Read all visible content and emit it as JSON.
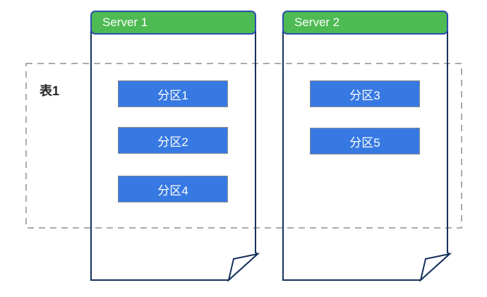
{
  "diagram": {
    "table_label": "表1",
    "servers": [
      {
        "name": "Server 1",
        "partitions": [
          "分区1",
          "分区2",
          "分区4"
        ]
      },
      {
        "name": "Server 2",
        "partitions": [
          "分区3",
          "分区5"
        ]
      }
    ]
  },
  "colors": {
    "header-fill": "#4dba53",
    "header-border": "#2a4daf",
    "page-border": "#16305c",
    "partition-fill": "#3779e2",
    "partition-border": "#8c8c8c",
    "table-border": "#ababab",
    "table-label-text": "#262626",
    "text-on-fill": "#ffffff",
    "background": "#ffffff"
  }
}
